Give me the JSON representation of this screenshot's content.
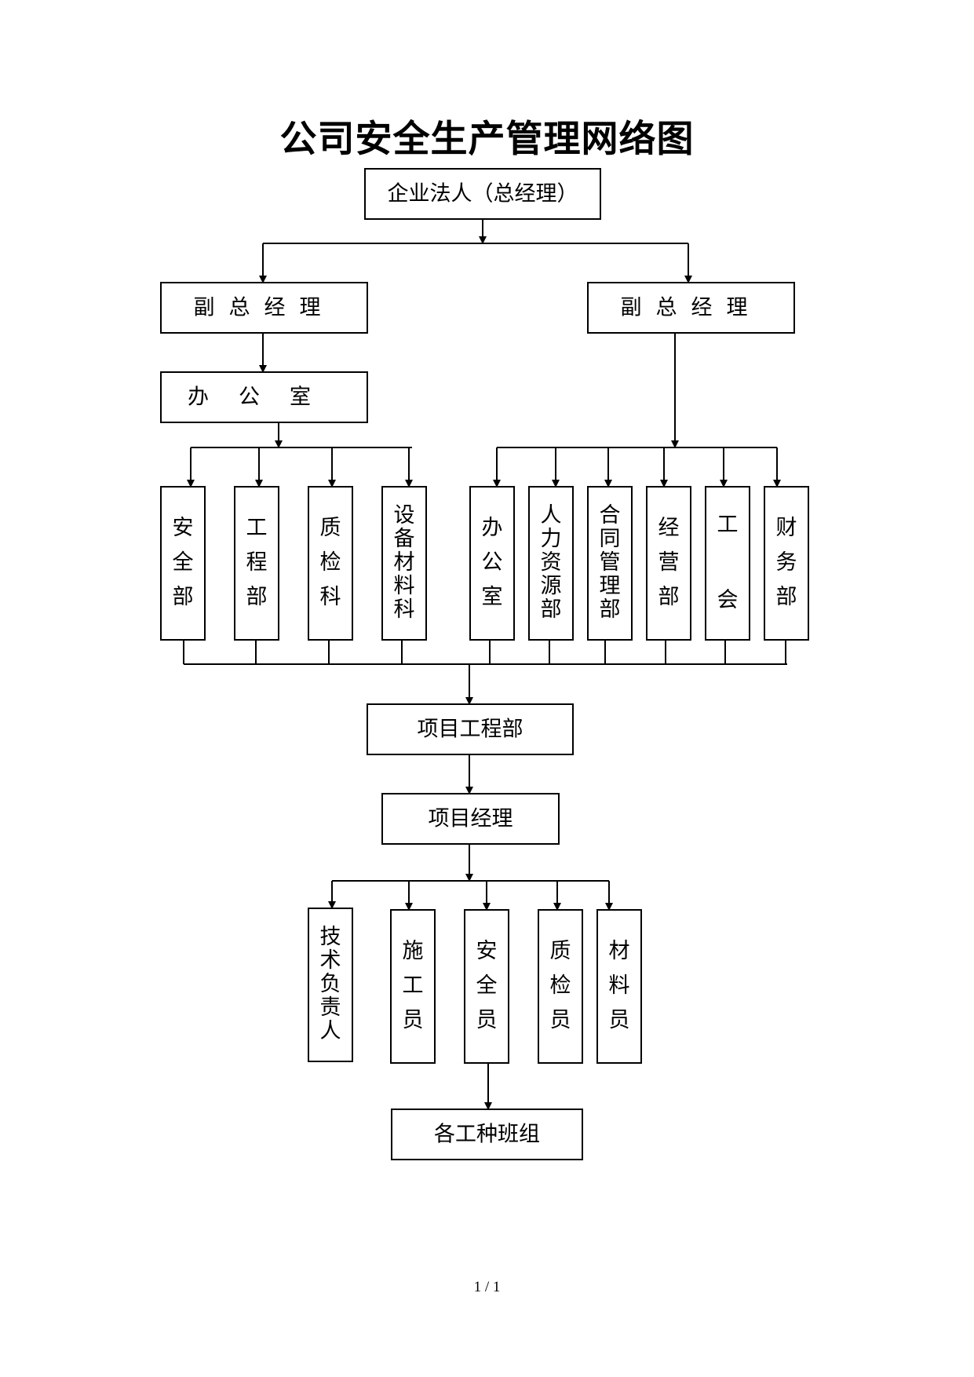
{
  "title": "公司安全生产管理网络图",
  "page_number": "1 / 1",
  "nodes": {
    "legal_person": "企业法人（总经理）",
    "vp_left": "副总经理",
    "vp_right": "副总经理",
    "office_main": "办公室",
    "dept_safety": "安全部",
    "dept_engineering": "工程部",
    "dept_quality": "质检科",
    "dept_equipment": "设备材料科",
    "dept_office": "办公室",
    "dept_hr": "人力资源部",
    "dept_contract": "合同管理部",
    "dept_business": "经营部",
    "dept_union": "工会",
    "dept_finance": "财务部",
    "project_dept": "项目工程部",
    "project_manager": "项目经理",
    "role_tech": "技术负责人",
    "role_construction": "施工员",
    "role_safety": "安全员",
    "role_quality": "质检员",
    "role_material": "材料员",
    "work_teams": "各工种班组"
  }
}
